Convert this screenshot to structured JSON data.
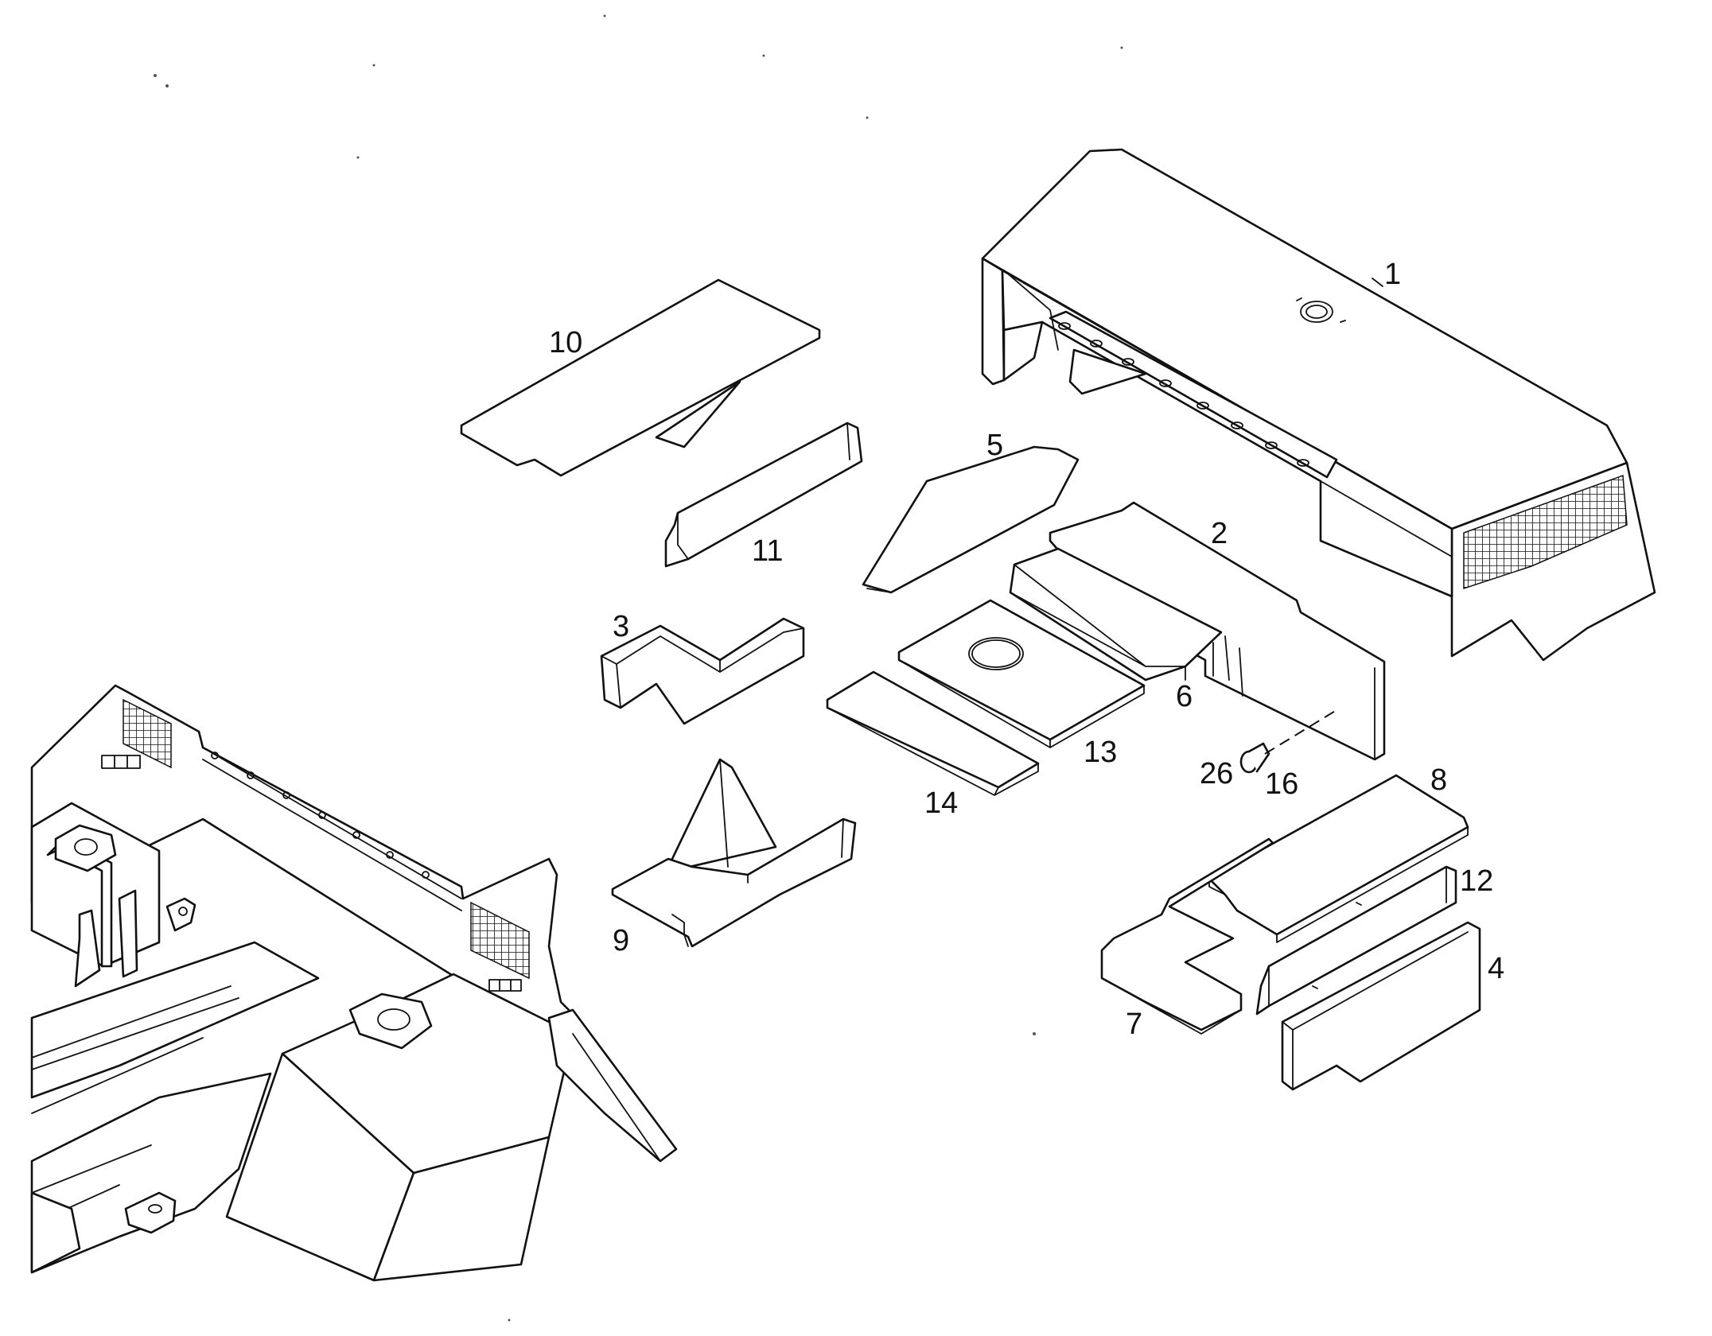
{
  "callouts": {
    "c1": "1",
    "c2": "2",
    "c3": "3",
    "c4": "4",
    "c5": "5",
    "c6": "6",
    "c7": "7",
    "c8": "8",
    "c9": "9",
    "c10": "10",
    "c11": "11",
    "c12": "12",
    "c13": "13",
    "c14": "14",
    "c16": "16",
    "c26": "26"
  }
}
